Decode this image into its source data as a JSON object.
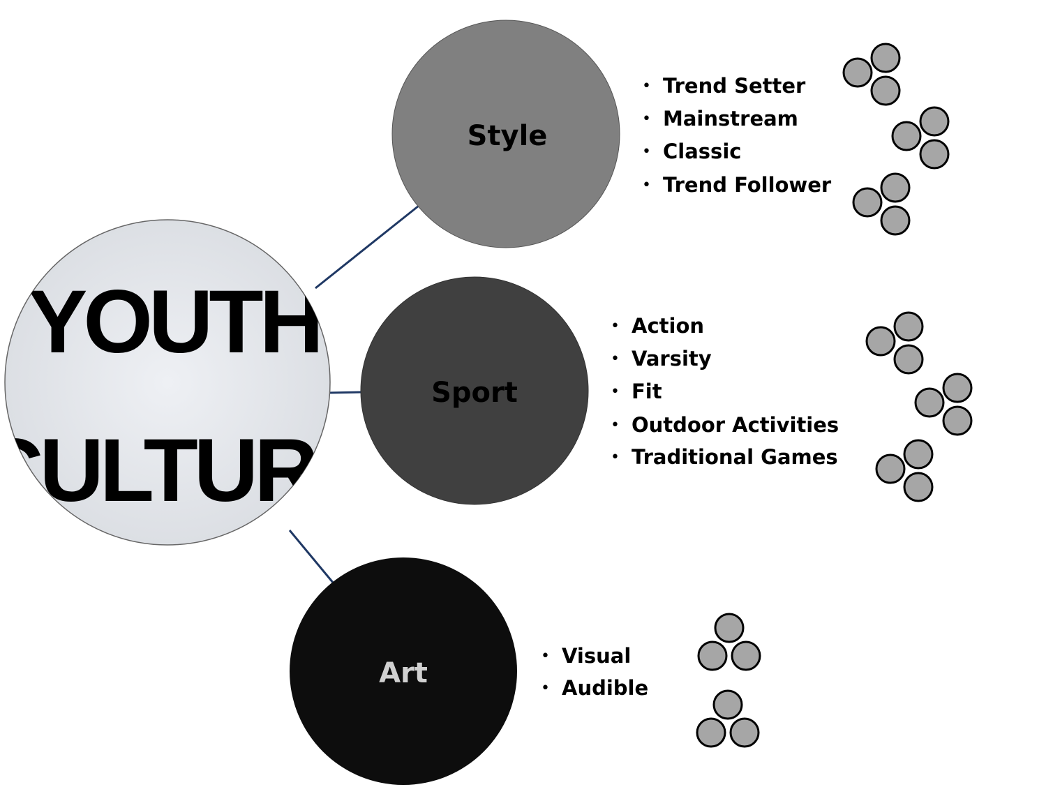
{
  "hub": {
    "line1": "YOUTH",
    "line2": "CULTURE"
  },
  "colors": {
    "connector": "#1f3864",
    "cluster_fill": "#a6a6a6",
    "style": "#808080",
    "sport": "#404040",
    "art": "#0d0d0d"
  },
  "nodes": [
    {
      "label": "Style",
      "items": [
        "Trend Setter",
        "Mainstream",
        "Classic",
        "Trend Follower"
      ]
    },
    {
      "label": "Sport",
      "items": [
        "Action",
        "Varsity",
        "Fit",
        "Outdoor Activities",
        "Traditional Games"
      ]
    },
    {
      "label": "Art",
      "items": [
        "Visual",
        "Audible"
      ]
    }
  ]
}
